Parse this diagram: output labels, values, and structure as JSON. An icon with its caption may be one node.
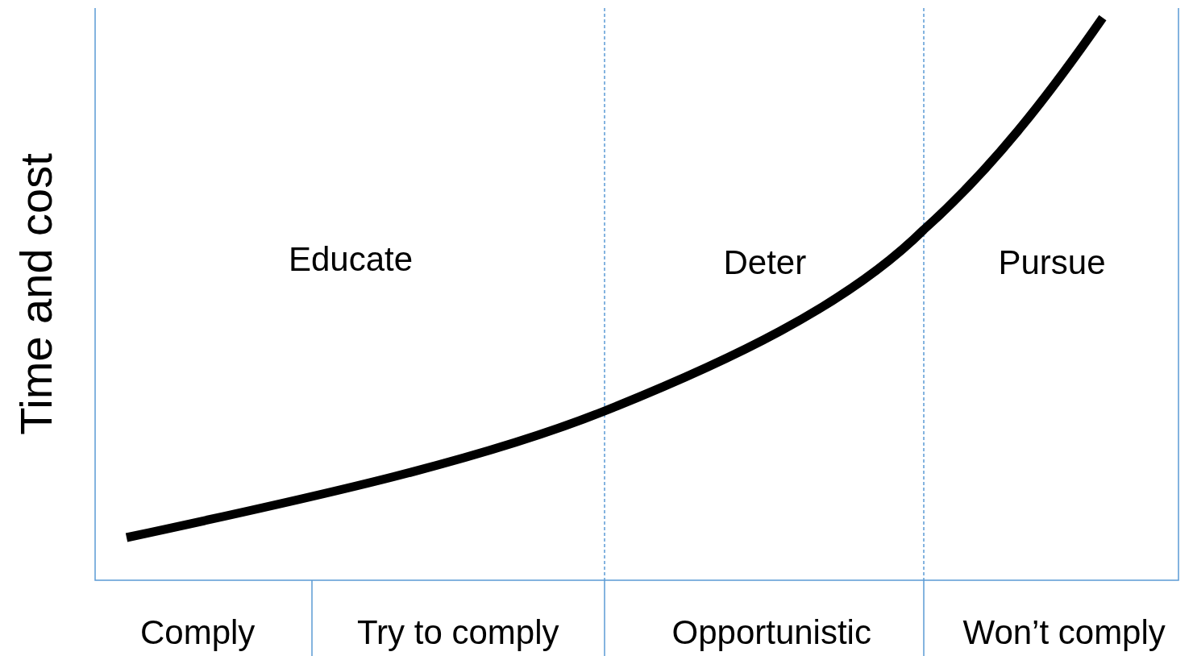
{
  "diagram": {
    "labels": [
      "Time and cost",
      "Educate",
      "Deter",
      "Pursue",
      "Comply",
      "Try to comply",
      "Opportunistic",
      "Won’t comply"
    ]
  }
}
